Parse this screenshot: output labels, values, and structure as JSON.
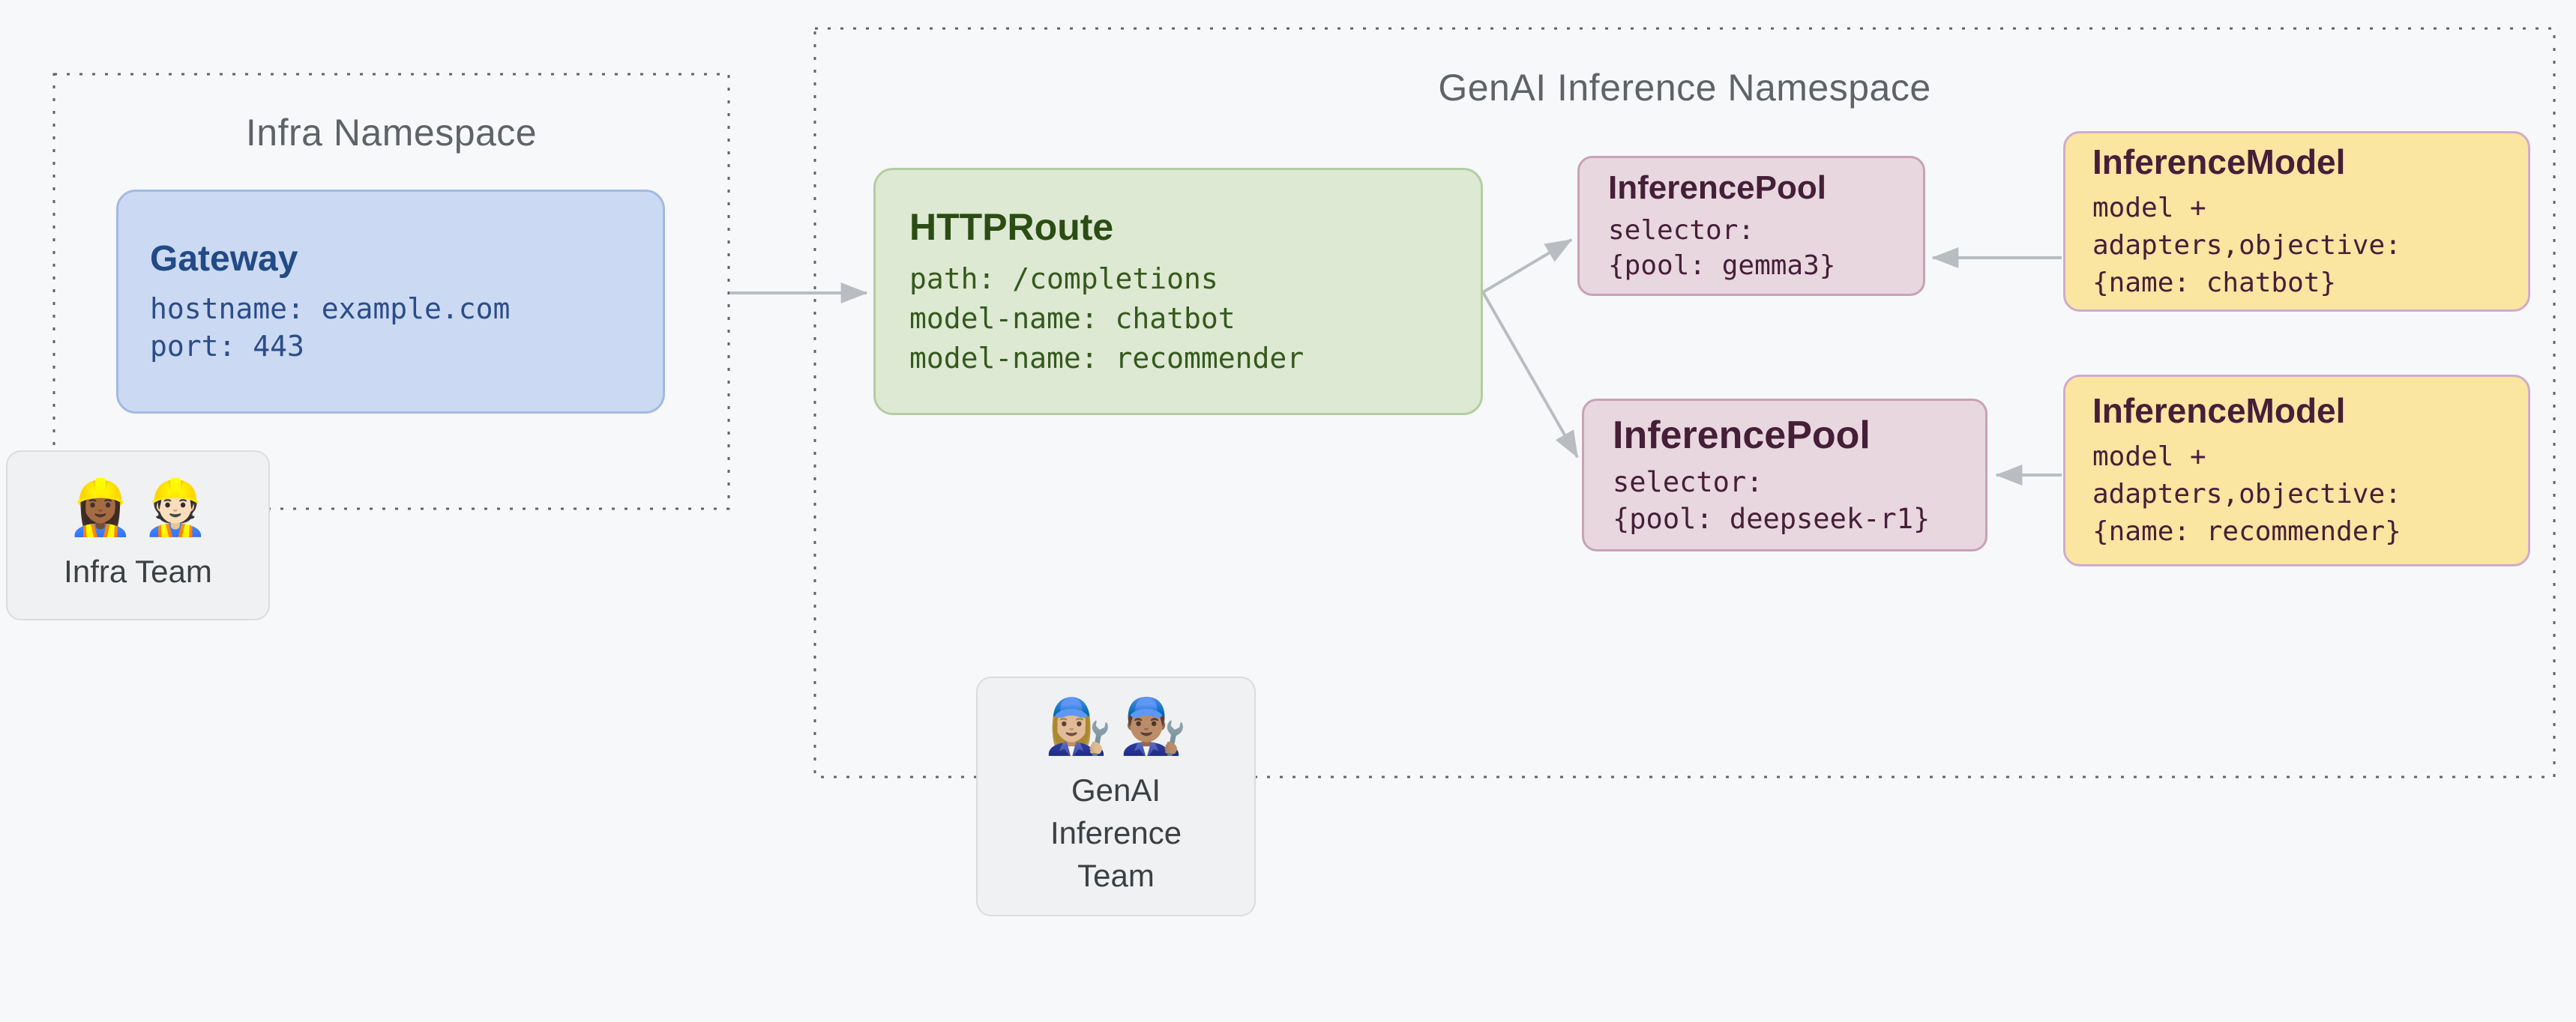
{
  "diagram": {
    "namespaces": {
      "infra": {
        "title": "Infra Namespace"
      },
      "genai": {
        "title": "GenAI Inference Namespace"
      }
    },
    "nodes": {
      "gateway": {
        "title": "Gateway",
        "lines": [
          "hostname: example.com",
          "port: 443"
        ]
      },
      "httproute": {
        "title": "HTTPRoute",
        "lines": [
          "path: /completions",
          "model-name: chatbot",
          "model-name: recommender"
        ]
      },
      "pool_gemma3": {
        "title": "InferencePool",
        "lines": [
          "selector:",
          "{pool: gemma3}"
        ]
      },
      "pool_deepseek_r1": {
        "title": "InferencePool",
        "lines": [
          "selector:",
          "{pool: deepseek-r1}"
        ]
      },
      "model_chatbot": {
        "title": "InferenceModel",
        "lines": [
          "model +",
          "adapters,objective:",
          "{name: chatbot}"
        ]
      },
      "model_recommender": {
        "title": "InferenceModel",
        "lines": [
          "model +",
          "adapters,objective:",
          "{name: recommender}"
        ]
      }
    },
    "teams": {
      "infra": {
        "emojis": [
          "👷🏾‍♀️",
          "👷🏻"
        ],
        "label": "Infra Team"
      },
      "genai": {
        "emojis": [
          "👩🏼‍🔧",
          "👨🏽‍🔧"
        ],
        "label": "GenAI Inference Team"
      }
    },
    "colors": {
      "background": "#f7f8fa",
      "namespace_border": "#5f6368",
      "namespace_title": "#5f6368",
      "arrow": "#b9bdc2",
      "gateway_fill": "#ccd9f2",
      "gateway_border": "#a3b9e4",
      "gateway_text": "#224a87",
      "httproute_fill": "#dde9d3",
      "httproute_border": "#b4cda1",
      "httproute_text": "#2b4d14",
      "pool_fill": "#e8d7df",
      "pool_border": "#c9a2b4",
      "pool_text": "#451f38",
      "model_fill": "#fae5a1",
      "model_border": "#cfaccb",
      "model_text": "#451f38",
      "team_fill": "#f0f1f2",
      "team_border": "#dadce0",
      "team_text": "#3c4043"
    }
  }
}
